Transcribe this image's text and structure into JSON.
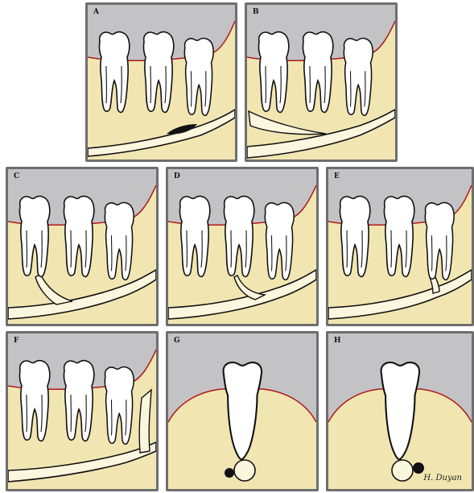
{
  "panels": [
    {
      "label": "A"
    },
    {
      "label": "B"
    },
    {
      "label": "C"
    },
    {
      "label": "D"
    },
    {
      "label": "E"
    },
    {
      "label": "F"
    },
    {
      "label": "G"
    },
    {
      "label": "H"
    }
  ],
  "signature": "H. Duyan",
  "colors": {
    "background": "#c3c3c6",
    "bone": "#f1e6b2",
    "canal": "#fbf6de",
    "gingiva_line": "#b01818",
    "tooth": "#ffffff",
    "outline": "#111111",
    "frame": "#6e6e6e"
  }
}
